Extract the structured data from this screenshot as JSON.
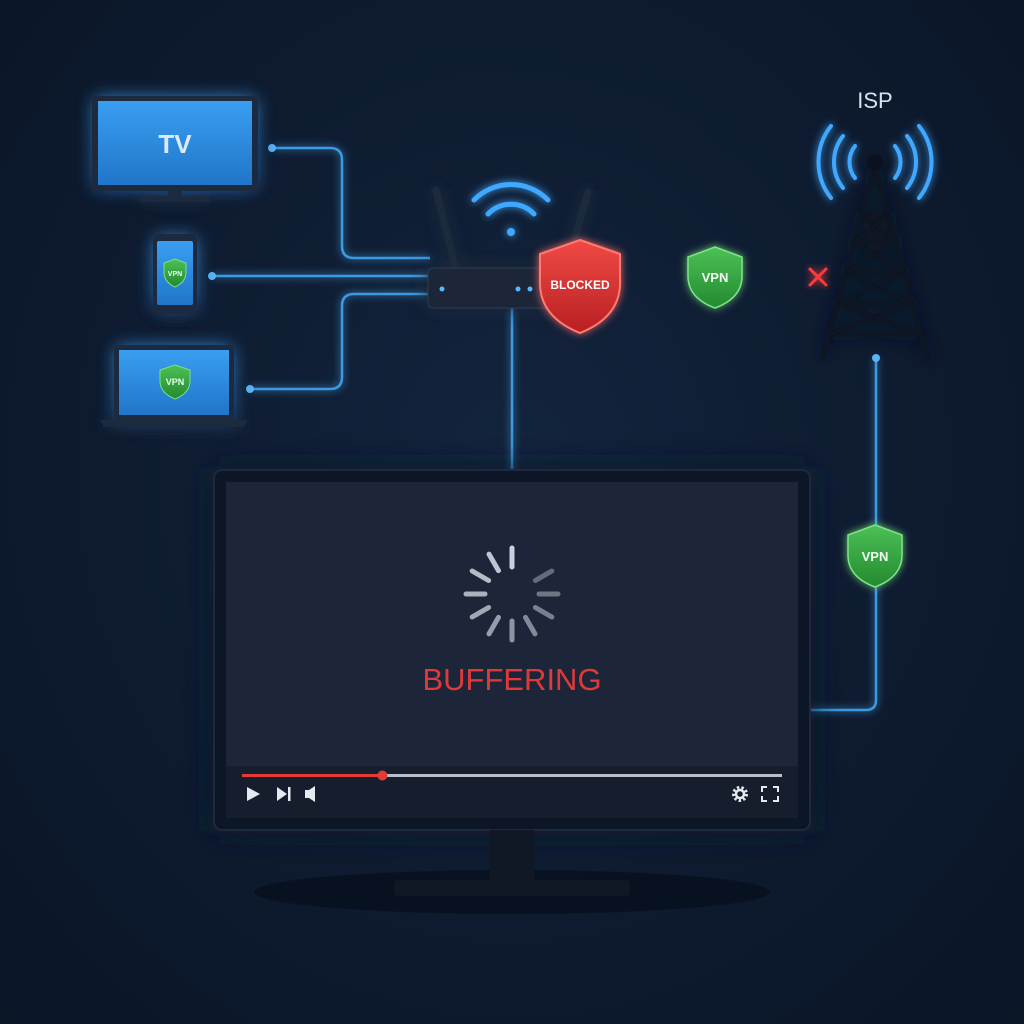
{
  "colors": {
    "background": "#0d1a2e",
    "line": "#3d9ae0",
    "device_fill": "#2f8ee0",
    "device_frame": "#15243a",
    "glow": "#2a8fff",
    "blocked": "#e53935",
    "vpn": "#2fa43f",
    "buffer_text": "#e0393a",
    "progress": "#e53935"
  },
  "devices": {
    "tv_label": "TV",
    "phone_badge": "VPN",
    "laptop_badge": "VPN"
  },
  "isp": {
    "label": "ISP"
  },
  "badges": {
    "blocked": "BLOCKED",
    "vpn_link": "VPN",
    "vpn_isp": "VPN"
  },
  "player": {
    "status": "BUFFERING",
    "progress": 0.26
  }
}
